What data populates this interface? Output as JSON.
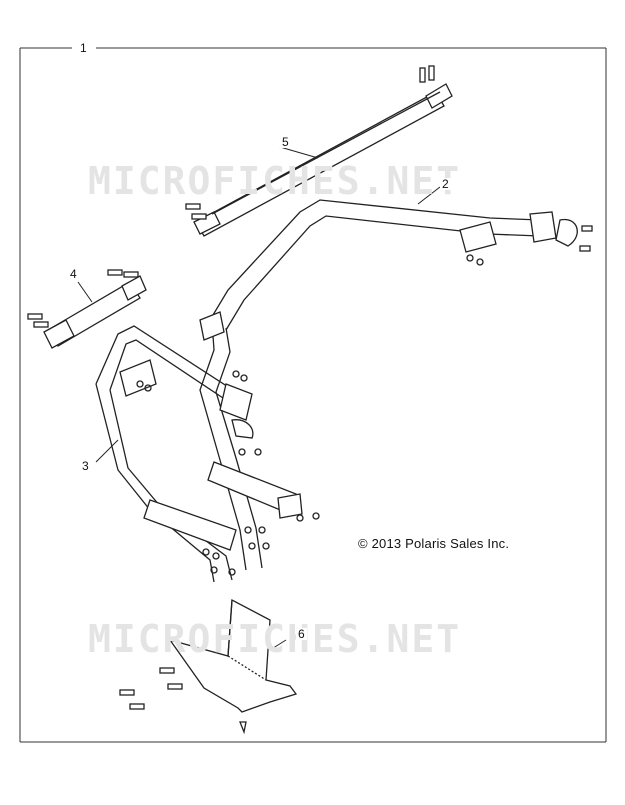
{
  "callouts": {
    "c1": "1",
    "c2": "2",
    "c3": "3",
    "c4": "4",
    "c5": "5",
    "c6": "6"
  },
  "copyright": "© 2013 Polaris Sales Inc.",
  "watermark": "MICROFICHES.NET"
}
